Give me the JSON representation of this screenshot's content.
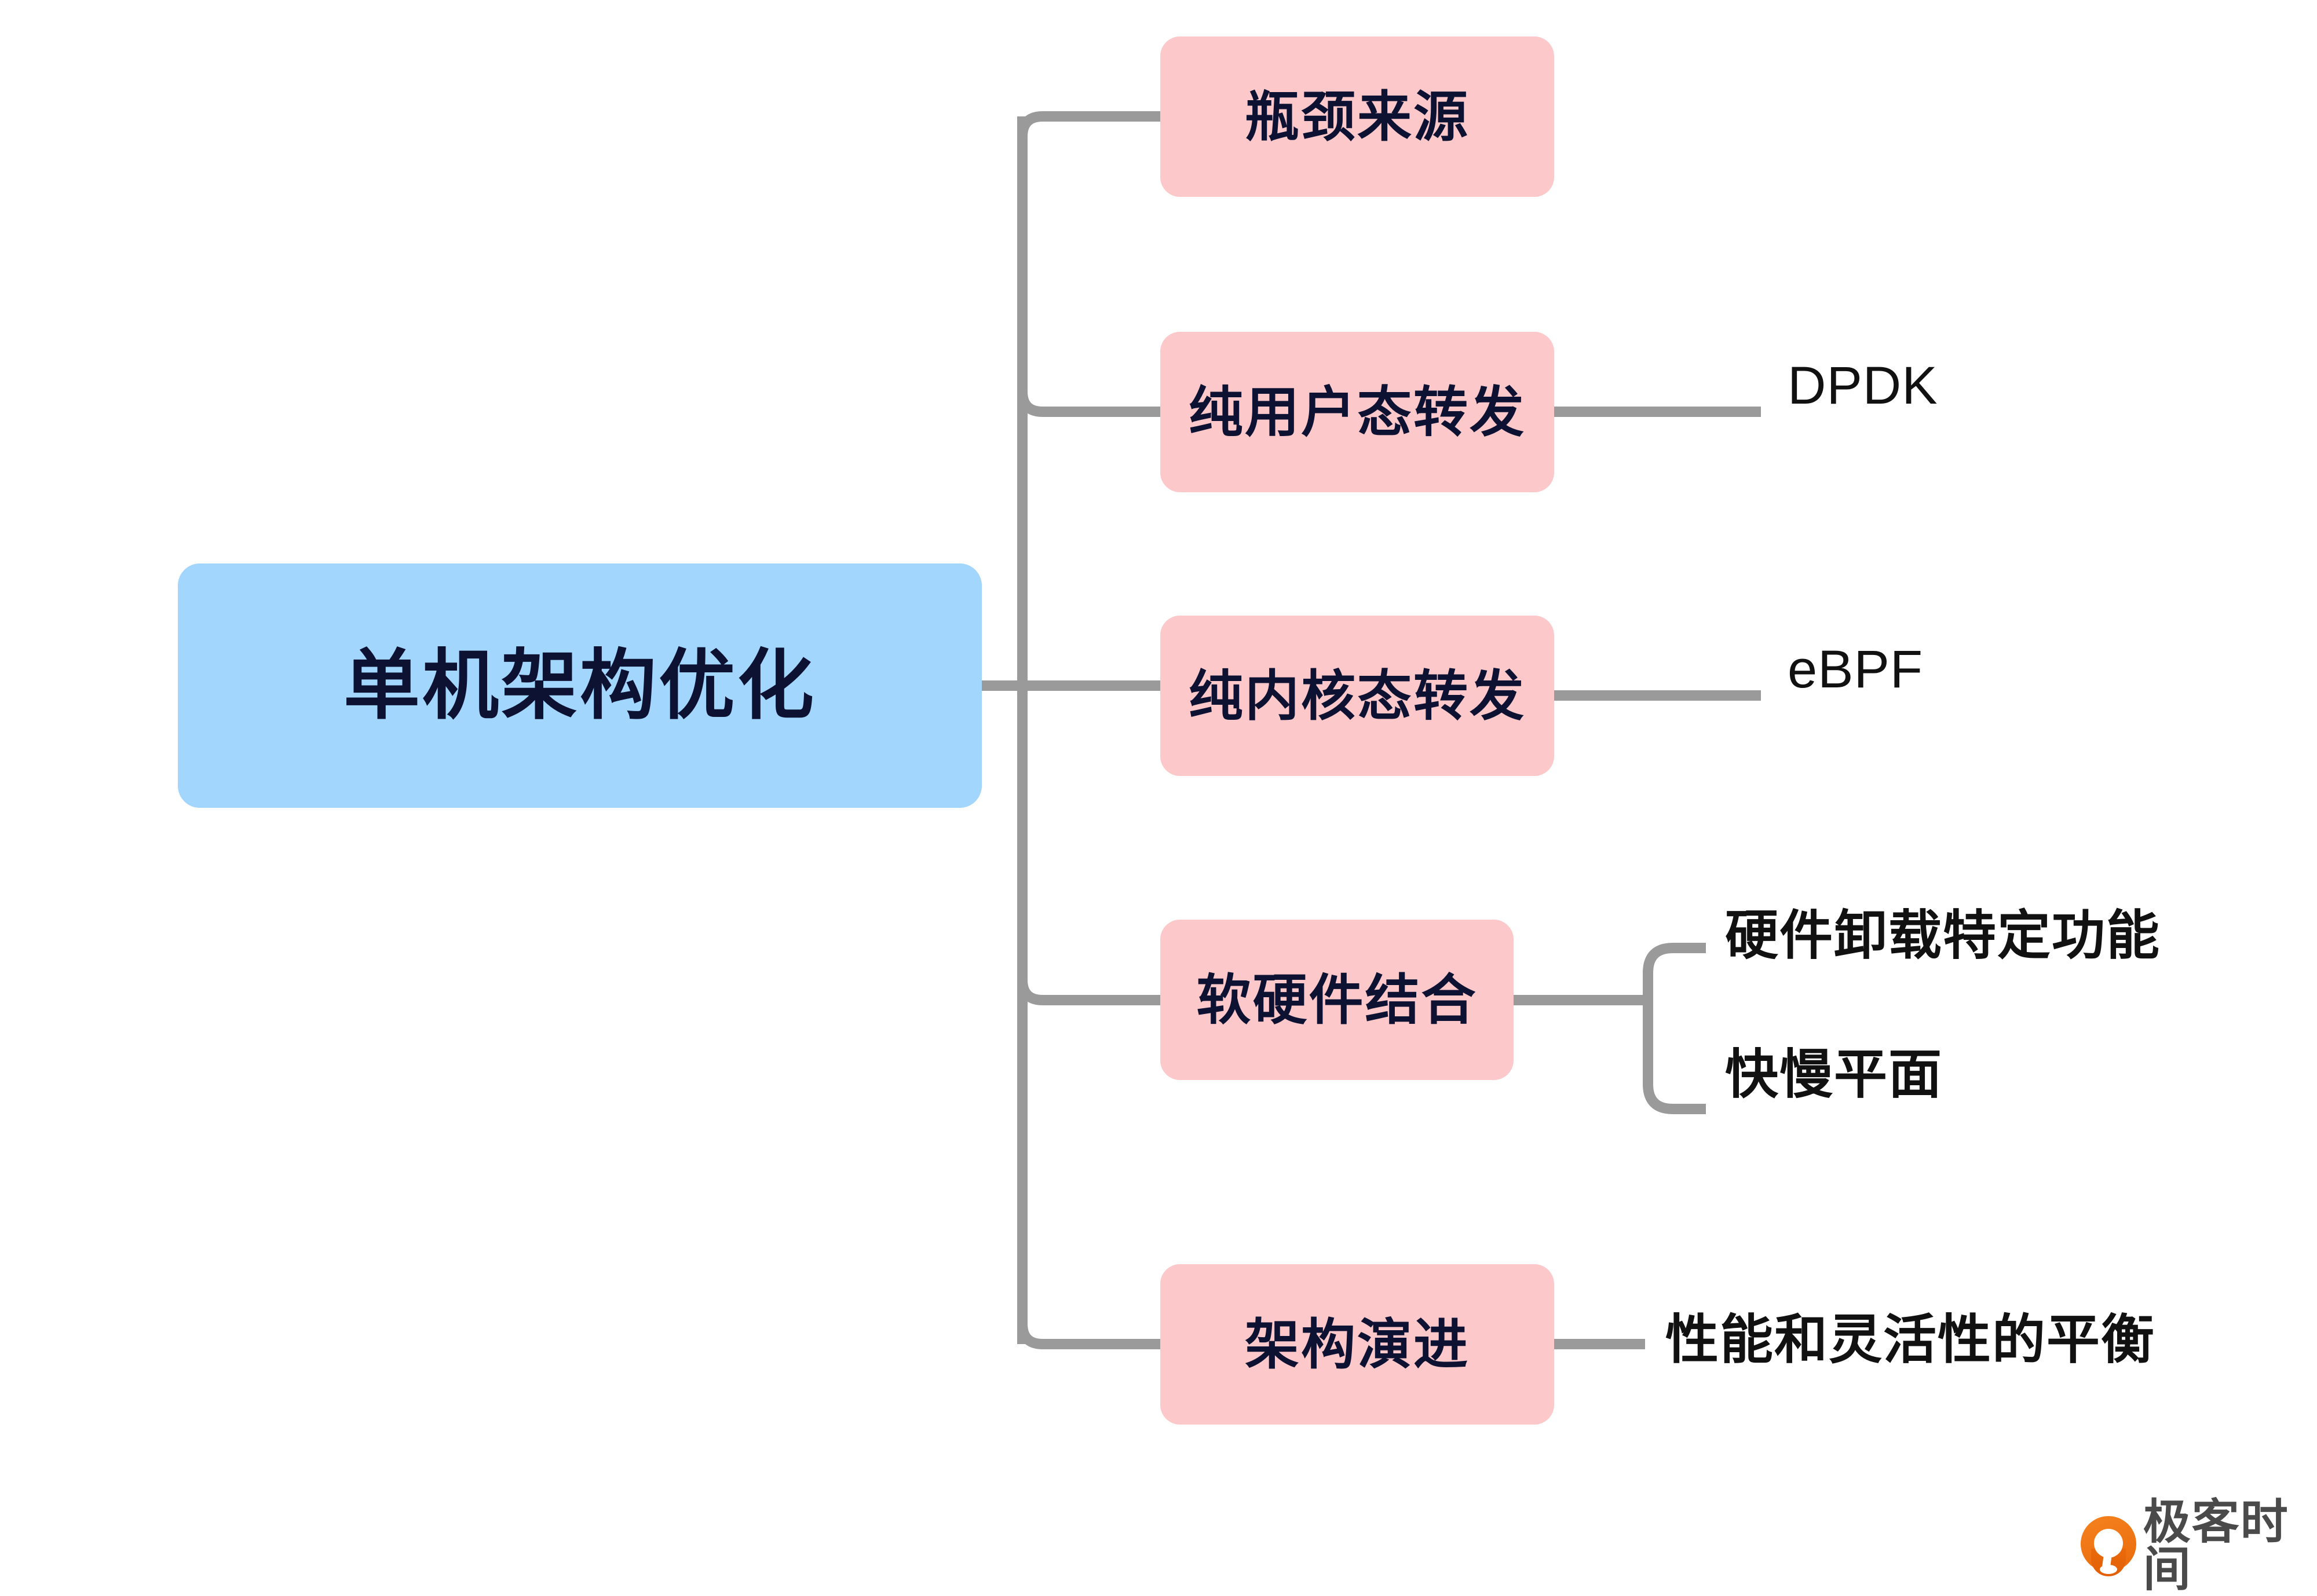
{
  "diagram": {
    "type": "mindmap",
    "orientation": "left-to-right",
    "root": {
      "label": "单机架构优化",
      "color": "#a2d6fd",
      "text_color": "#0d1233"
    },
    "branch_color": "#fcc8ca",
    "branch_text_color": "#0d1233",
    "connector_color": "#9a9a9a",
    "leaf_text_color": "#111111",
    "branches": [
      {
        "label": "瓶颈来源",
        "leaves": []
      },
      {
        "label": "纯用户态转发",
        "leaves": [
          "DPDK"
        ]
      },
      {
        "label": "纯内核态转发",
        "leaves": [
          "eBPF"
        ]
      },
      {
        "label": "软硬件结合",
        "leaves": [
          "硬件卸载特定功能",
          "快慢平面"
        ]
      },
      {
        "label": "架构演进",
        "leaves": [
          "性能和灵活性的平衡"
        ]
      }
    ]
  },
  "watermark": {
    "brand": "极客时间",
    "mark_color": "#ea6a0b",
    "text_color": "#4a4a4a"
  }
}
